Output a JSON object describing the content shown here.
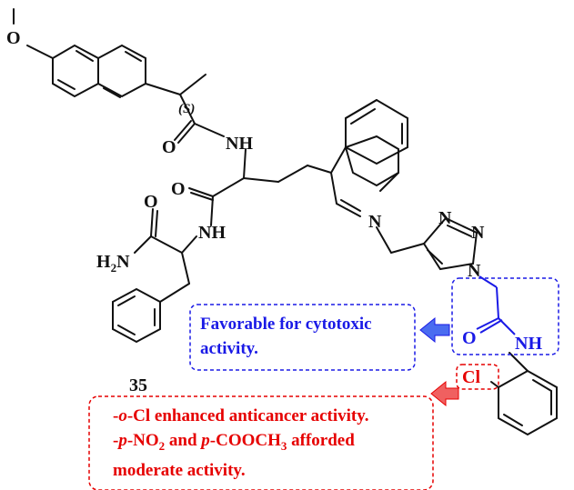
{
  "compound": {
    "number": "35",
    "stereo_label": "(S)"
  },
  "atoms": {
    "o_methoxy": "O",
    "o_amide1": "O",
    "nh_amide1": "NH",
    "o_amide2": "O",
    "nh_amide2": "NH",
    "o_amide3": "O",
    "h2n": "H",
    "h2n_sub": "2",
    "h2n_n": "N",
    "n_indole": "N",
    "n_triazole1": "N",
    "n_triazole2": "N",
    "n_triazole3": "N",
    "o_acetamide": "O",
    "nh_acetamide": "NH",
    "cl": "Cl"
  },
  "annotations": {
    "blue_line1": "Favorable for cytotoxic",
    "blue_line2": "activity.",
    "red_line1_pre": "-",
    "red_line1_ital": "o",
    "red_line1_post": "-Cl enhanced anticancer activity.",
    "red_line2_pre": "-",
    "red_line2_ital1": "p",
    "red_line2_mid1": "-NO",
    "red_line2_sub1": "2",
    "red_line2_mid2": " and ",
    "red_line2_ital2": "p",
    "red_line2_mid3": "-COOCH",
    "red_line2_sub2": "3",
    "red_line2_post": " afforded",
    "red_line3": "moderate activity."
  },
  "colors": {
    "blue": "#1a1ae6",
    "red": "#e60000",
    "bond": "#111111"
  },
  "icons": [
    "blue-arrow-icon",
    "red-arrow-icon"
  ]
}
